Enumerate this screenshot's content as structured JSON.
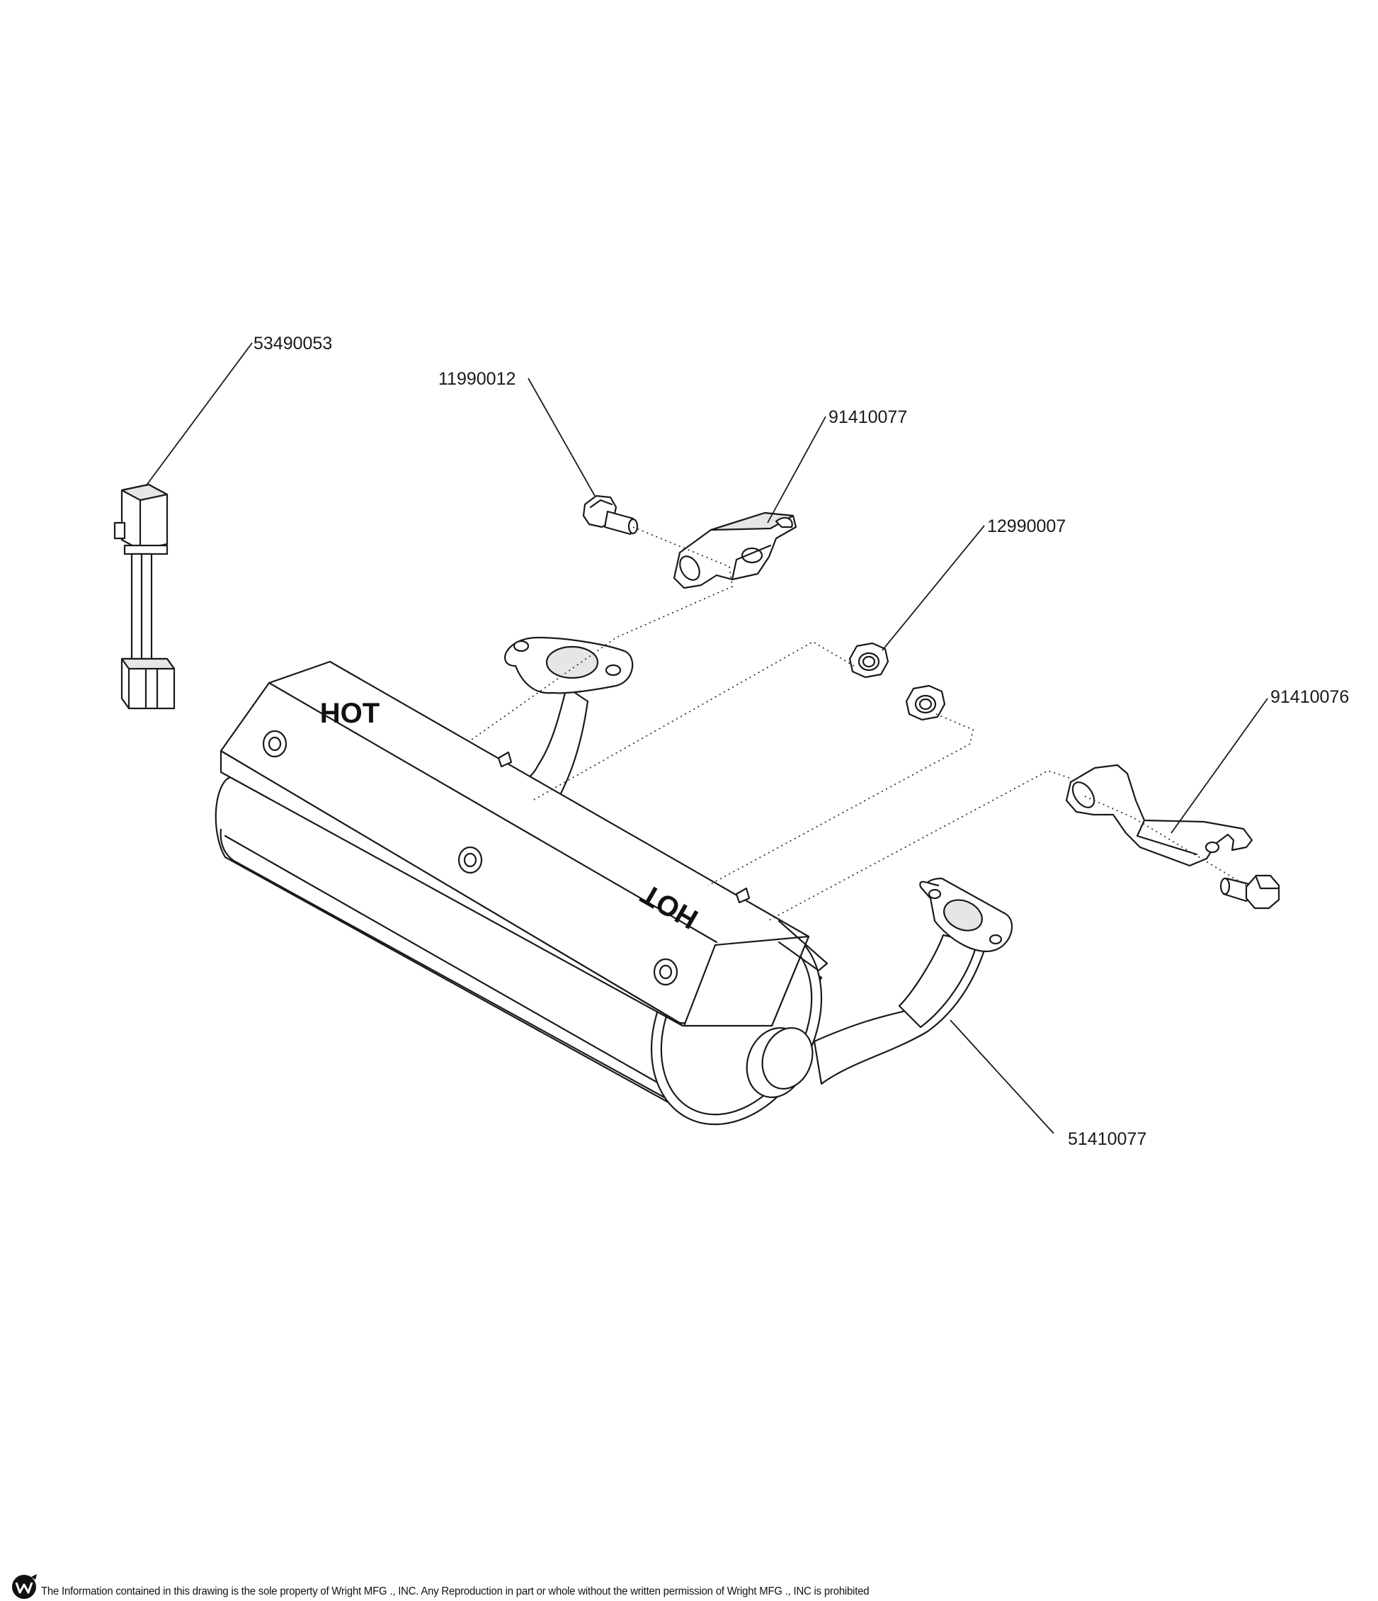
{
  "parts": [
    {
      "id": "sensor-harness",
      "number": "53490053"
    },
    {
      "id": "bolt-top",
      "number": "11990012"
    },
    {
      "id": "bracket-top",
      "number": "91410077"
    },
    {
      "id": "flange-nut",
      "number": "12990007"
    },
    {
      "id": "bracket-right",
      "number": "91410076"
    },
    {
      "id": "muffler",
      "number": "51410077"
    }
  ],
  "decals": {
    "hot_1": "HOT",
    "hot_2": "HOT"
  },
  "footer": {
    "logo_icon": "wright-mfg-logo",
    "notice": "The Information contained in this drawing is the sole property of Wright MFG ., INC. Any Reproduction in part or whole without the written permission of Wright MFG ., INC is prohibited"
  },
  "colors": {
    "line": "#1a1a1a",
    "background": "#ffffff"
  }
}
